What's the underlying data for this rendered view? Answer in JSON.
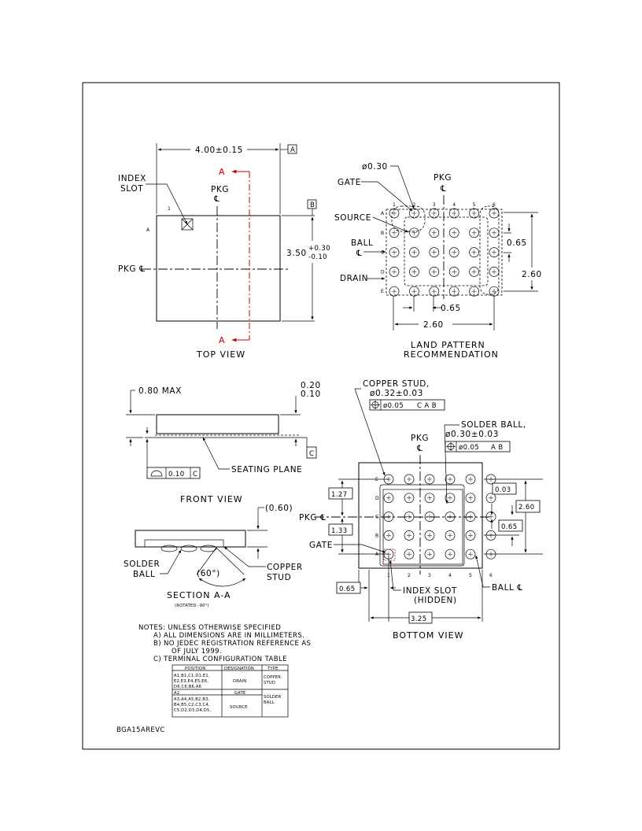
{
  "drawing_id": "BGA15AREVC",
  "top_view": {
    "title": "TOP VIEW",
    "width_dim": "4.00±0.15",
    "height_dim_main": "3.50",
    "height_dim_plus": "+0.30",
    "height_dim_minus": "-0.10",
    "index_slot_line1": "INDEX",
    "index_slot_line2": "SLOT",
    "pkg_label": "PKG",
    "pkg_cl": "℄",
    "pkg_side_label": "PKG ℄",
    "datum_a": "A",
    "datum_b": "B",
    "section_letter": "A",
    "pin1_label": "1",
    "row_a_label": "A"
  },
  "land_pattern": {
    "title_line1": "LAND PATTERN",
    "title_line2": "RECOMMENDATION",
    "diameter": "ø0.30",
    "gate": "GATE",
    "source": "SOURCE",
    "ball_line1": "BALL",
    "ball_cl": "℄",
    "drain": "DRAIN",
    "pkg_label": "PKG",
    "pkg_cl": "℄",
    "pitch_h": "0.65",
    "pitch_v": "0.65",
    "span_h": "2.60",
    "span_v": "2.60",
    "columns": [
      "1",
      "2",
      "3",
      "4",
      "5",
      "6"
    ],
    "rows": [
      "A",
      "B",
      "C",
      "D",
      "E"
    ]
  },
  "front_view": {
    "title": "FRONT VIEW",
    "max_height": "0.80 MAX",
    "tol_top": "0.20",
    "tol_bottom": "0.10",
    "seating_plane": "SEATING PLANE",
    "flatness_value": "0.10",
    "flatness_datum": "C",
    "datum_c": "C"
  },
  "section": {
    "title": "SECTION A-A",
    "subtitle": "(ROTATED -90°)",
    "ref_dim": "(0.60)",
    "angle": "(60°)",
    "solder_line1": "SOLDER",
    "solder_line2": "BALL",
    "copper_line1": "COPPER",
    "copper_line2": "STUD"
  },
  "bottom_view": {
    "title": "BOTTOM VIEW",
    "copper_stud": "COPPER STUD,",
    "copper_dia": "ø0.32±0.03",
    "copper_tol": "ø0.05",
    "copper_tol_datums": "C A B",
    "solder_ball": "SOLDER BALL,",
    "solder_dia": "ø0.30±0.03",
    "solder_tol": "ø0.05",
    "solder_tol_datums": "A B",
    "pkg_label": "PKG",
    "pkg_cl": "℄",
    "pkg_side_label": "PKG ℄",
    "gate": "GATE",
    "index_slot": "INDEX SLOT",
    "hidden": "(HIDDEN)",
    "ball_cl": "BALL ℄",
    "dim_127": "1.27",
    "dim_133": "1.33",
    "dim_003": "0.03",
    "dim_065_right": "0.65",
    "dim_260": "2.60",
    "dim_065_bottom": "0.65",
    "dim_325": "3.25",
    "columns": [
      "1",
      "2",
      "3",
      "4",
      "5",
      "6"
    ],
    "rows": [
      "E",
      "D",
      "C",
      "B",
      "A"
    ]
  },
  "notes": {
    "header": "NOTES: UNLESS OTHERWISE SPECIFIED",
    "a": "A)   ALL DIMENSIONS ARE IN MILLIMETERS.",
    "b1": "B)   NO JEDEC REGISTRATION REFERENCE AS",
    "b2": "OF JULY 1999.",
    "c": "C)   TERMINAL CONFIGURATION TABLE"
  },
  "terminal_table": {
    "headers": [
      "POSITION",
      "DESIGNATION",
      "TYPE"
    ],
    "row1_pos": [
      "A1,B1,C1,D1,E1,",
      "E2,E3,E4,E5,E6,",
      "D6,C6,B6,A6"
    ],
    "row1_des": "DRAIN",
    "row1_type": [
      "COPPER",
      "STUD"
    ],
    "row2_pos": "A2",
    "row2_des": "GATE",
    "row3_pos": [
      "A3,A4,A5,B2,B3,",
      "B4,B5,C2,C3,C4,",
      "C5,D2,D3,D4,D5,"
    ],
    "row3_des": "SOURCE",
    "row23_type": [
      "SOLDER",
      "BALL"
    ]
  }
}
